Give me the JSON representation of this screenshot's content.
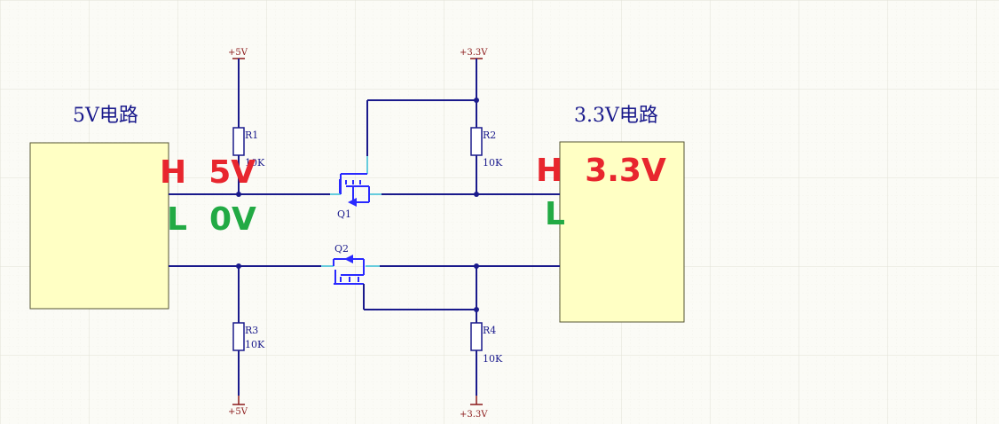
{
  "left_block": {
    "title": "5V电路"
  },
  "right_block": {
    "title": "3.3V电路"
  },
  "supplies": {
    "r1_top": "+5V",
    "r2_top": "+3.3V",
    "r3_bottom": "+5V",
    "r4_bottom": "+3.3V"
  },
  "components": {
    "r1": {
      "ref": "R1",
      "value": "10K"
    },
    "r2": {
      "ref": "R2",
      "value": "10K"
    },
    "r3": {
      "ref": "R3",
      "value": "10K"
    },
    "r4": {
      "ref": "R4",
      "value": "10K"
    },
    "q1": {
      "ref": "Q1"
    },
    "q2": {
      "ref": "Q2"
    }
  },
  "annotations": {
    "left_high": "H  5V",
    "left_low": "L  0V",
    "right_high": "H  3.3V",
    "right_low": "L"
  },
  "colors": {
    "wire": "#1a1a8c",
    "power": "#8b1a1a",
    "high_text": "#e8262e",
    "low_text": "#22aa44",
    "block_fill": "#ffffc4",
    "grid": "#e6e6dc"
  }
}
